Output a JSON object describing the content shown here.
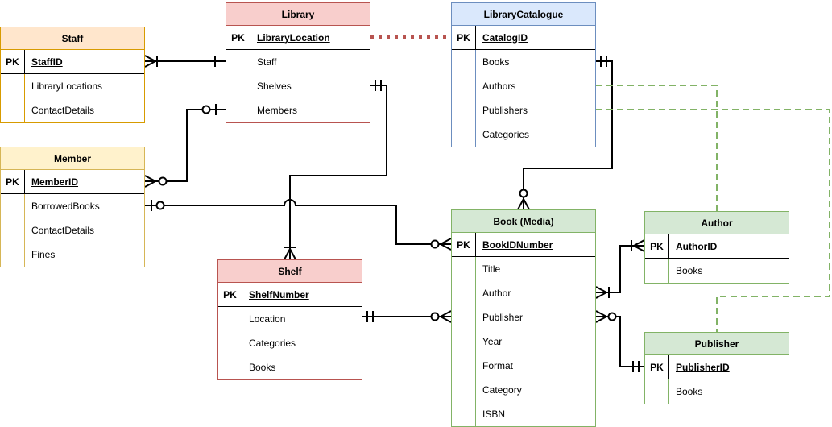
{
  "diagram_type": "entity-relationship-diagram",
  "colors": {
    "line": "#000000",
    "dotted_link": "#b85450",
    "dashed_link": "#82b366"
  },
  "entities": [
    {
      "id": "staff",
      "name": "Staff",
      "key_label": "PK",
      "pk_field": "StaffID",
      "attributes": [
        "LibraryLocations",
        "ContactDetails"
      ],
      "header_fill": "#ffe6cc",
      "border_color": "#d79b00"
    },
    {
      "id": "library",
      "name": "Library",
      "key_label": "PK",
      "pk_field": "LibraryLocation",
      "attributes": [
        "Staff",
        "Shelves",
        "Members"
      ],
      "header_fill": "#f8cecc",
      "border_color": "#b85450"
    },
    {
      "id": "catalogue",
      "name": "LibraryCatalogue",
      "key_label": "PK",
      "pk_field": "CatalogID",
      "attributes": [
        "Books",
        "Authors",
        "Publishers",
        "Categories"
      ],
      "header_fill": "#dae8fc",
      "border_color": "#6c8ebf"
    },
    {
      "id": "member",
      "name": "Member",
      "key_label": "PK",
      "pk_field": "MemberID",
      "attributes": [
        "BorrowedBooks",
        "ContactDetails",
        "Fines"
      ],
      "header_fill": "#fff2cc",
      "border_color": "#d6b656"
    },
    {
      "id": "shelf",
      "name": "Shelf",
      "key_label": "PK",
      "pk_field": "ShelfNumber",
      "attributes": [
        "Location",
        "Categories",
        "Books"
      ],
      "header_fill": "#f8cecc",
      "border_color": "#b85450"
    },
    {
      "id": "book",
      "name": "Book (Media)",
      "key_label": "PK",
      "pk_field": "BookIDNumber",
      "attributes": [
        "Title",
        "Author",
        "Publisher",
        "Year",
        "Format",
        "Category",
        "ISBN"
      ],
      "header_fill": "#d5e8d4",
      "border_color": "#82b366"
    },
    {
      "id": "author",
      "name": "Author",
      "key_label": "PK",
      "pk_field": "AuthorID",
      "attributes": [
        "Books"
      ],
      "header_fill": "#d5e8d4",
      "border_color": "#82b366"
    },
    {
      "id": "publisher",
      "name": "Publisher",
      "key_label": "PK",
      "pk_field": "PublisherID",
      "attributes": [
        "Books"
      ],
      "header_fill": "#d5e8d4",
      "border_color": "#82b366"
    }
  ],
  "relationships": [
    {
      "from": "Staff.StaffID",
      "to": "Library.Staff",
      "from_cardinality": "one-or-many",
      "to_cardinality": "one",
      "style": "solid-black"
    },
    {
      "from": "Member.MemberID",
      "to": "Library.Members",
      "from_cardinality": "zero-or-many",
      "to_cardinality": "zero-or-one",
      "style": "solid-black"
    },
    {
      "from": "Member.BorrowedBooks",
      "to": "Book.BookIDNumber",
      "from_cardinality": "zero-or-one",
      "to_cardinality": "zero-or-many",
      "style": "solid-black"
    },
    {
      "from": "Library.Shelves",
      "to": "Shelf",
      "from_cardinality": "exactly-one",
      "to_cardinality": "one-or-many",
      "style": "solid-black"
    },
    {
      "from": "LibraryCatalogue.Books",
      "to": "Book (Media)",
      "from_cardinality": "exactly-one",
      "to_cardinality": "zero-or-many",
      "style": "solid-black"
    },
    {
      "from": "Shelf.Location",
      "to": "Book.Publisher",
      "from_cardinality": "exactly-one",
      "to_cardinality": "zero-or-many",
      "style": "solid-black"
    },
    {
      "from": "Book.Author",
      "to": "Author.AuthorID",
      "from_cardinality": "one-or-many",
      "to_cardinality": "one-or-many",
      "style": "solid-black"
    },
    {
      "from": "Book.Publisher",
      "to": "Publisher.PublisherID",
      "from_cardinality": "zero-or-many",
      "to_cardinality": "exactly-one",
      "style": "solid-black"
    },
    {
      "from": "Library.LibraryLocation",
      "to": "LibraryCatalogue.CatalogID",
      "style": "dotted-red"
    },
    {
      "from": "LibraryCatalogue.Authors",
      "to": "Author",
      "style": "dashed-green"
    },
    {
      "from": "LibraryCatalogue.Publishers",
      "to": "Publisher",
      "style": "dashed-green"
    }
  ]
}
